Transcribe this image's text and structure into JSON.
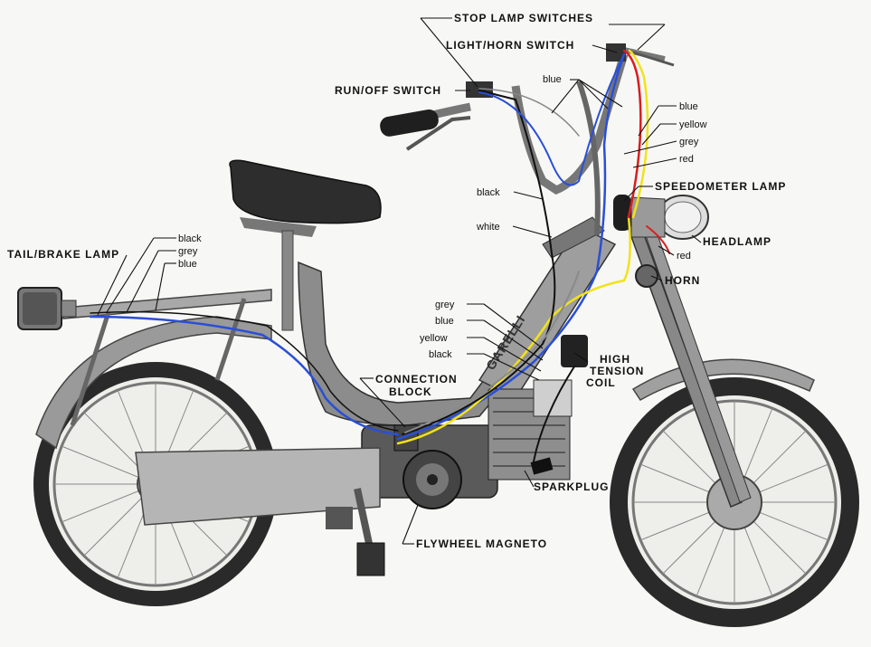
{
  "labels": {
    "stop_lamp_switches": "STOP LAMP SWITCHES",
    "light_horn_switch": "LIGHT/HORN SWITCH",
    "run_off_switch": "RUN/OFF SWITCH",
    "blue_top": "blue",
    "blue_right": "blue",
    "yellow_right": "yellow",
    "grey_right": "grey",
    "red_right": "red",
    "speedometer_lamp": "SPEEDOMETER LAMP",
    "black_mid": "black",
    "white_mid": "white",
    "headlamp": "HEADLAMP",
    "red_headlamp": "red",
    "horn": "HORN",
    "tail_brake_lamp": "TAIL/BRAKE LAMP",
    "black_tail": "black",
    "grey_tail": "grey",
    "blue_tail": "blue",
    "grey_block": "grey",
    "blue_block": "blue",
    "yellow_block": "yellow",
    "black_block": "black",
    "high_tension_coil_1": "HIGH",
    "high_tension_coil_2": "TENSION",
    "high_tension_coil_3": "COIL",
    "connection_block_1": "CONNECTION",
    "connection_block_2": "BLOCK",
    "sparkplug": "SPARKPLUG",
    "flywheel_magneto": "FLYWHEEL MAGNETO",
    "frame_brand": "GARELLI"
  },
  "wire_colors": {
    "blue": "#2a4fd6",
    "yellow": "#f2e21a",
    "red": "#d81e1e",
    "black": "#111111",
    "grey": "#8a8a8a",
    "white": "#f4f4f4"
  }
}
